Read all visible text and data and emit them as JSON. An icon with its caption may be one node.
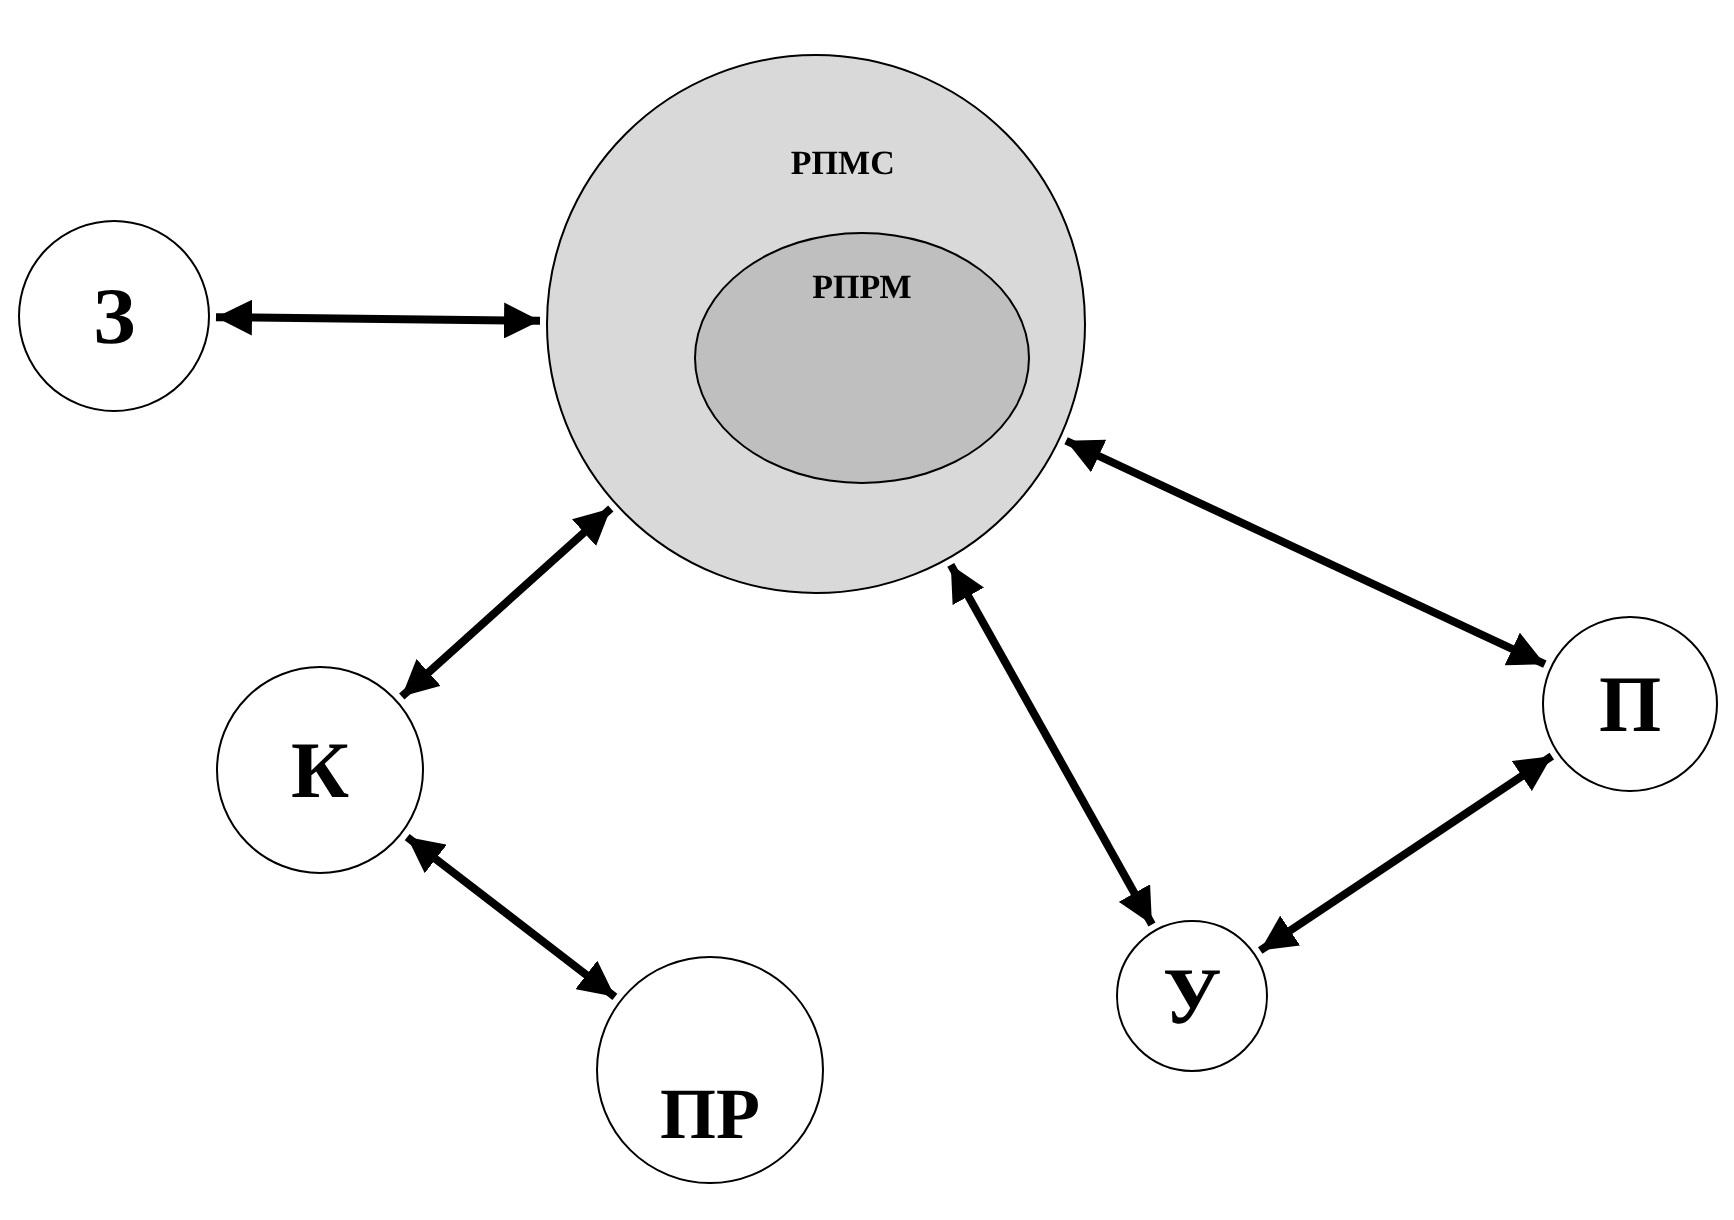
{
  "diagram": {
    "nodes": [
      {
        "text": [
          "РПМС"
        ]
      },
      {
        "text": [
          "РПРМ"
        ],
        "in": 0
      },
      {
        "text": [
          "З"
        ]
      },
      {
        "text": [
          "П"
        ]
      },
      {
        "text": [
          "К"
        ]
      },
      {
        "text": [
          "У"
        ]
      },
      {
        "text": [
          "ПР"
        ]
      }
    ],
    "edges": [
      {
        "from": 2,
        "to": 0,
        "arrow": "both"
      },
      {
        "from": 0,
        "to": 4,
        "arrow": "both"
      },
      {
        "from": 0,
        "to": 3,
        "arrow": "both"
      },
      {
        "from": 0,
        "to": 5,
        "arrow": "both"
      },
      {
        "from": 4,
        "to": 6,
        "arrow": "both"
      },
      {
        "from": 5,
        "to": 3,
        "arrow": "both"
      }
    ]
  }
}
